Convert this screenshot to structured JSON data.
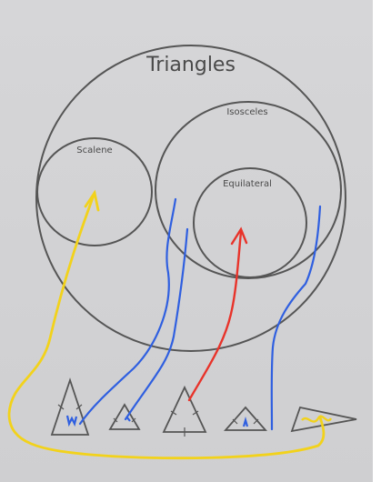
{
  "diagram": {
    "title": "Triangles",
    "sets": {
      "scalene": "Scalene",
      "isosceles": "Isosceles",
      "equilateral": "Equilateral"
    }
  },
  "colors": {
    "outline": "#555555",
    "yellow": "#f2d21b",
    "blue": "#2f5fe0",
    "red": "#e8332a"
  }
}
